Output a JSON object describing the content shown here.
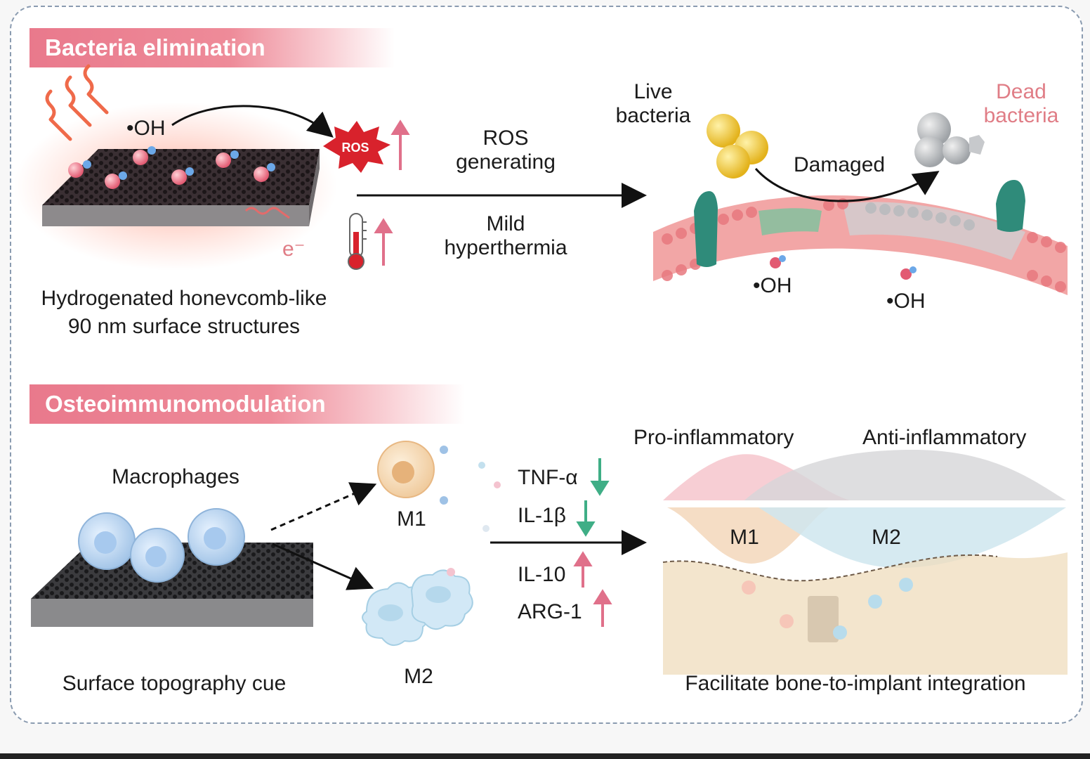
{
  "sections": {
    "bacteria": {
      "title": "Bacteria elimination",
      "oh_top": "•OH",
      "ros_badge": "ROS",
      "electron": "e⁻",
      "surface_caption_1": "Hydrogenated honevcomb-like",
      "surface_caption_2": "90 nm surface structures",
      "ros_line_1": "ROS",
      "ros_line_2": "generating",
      "heat_line_1": "Mild",
      "heat_line_2": "hyperthermia",
      "live_1": "Live",
      "live_2": "bacteria",
      "dead_1": "Dead",
      "dead_2": "bacteria",
      "damaged": "Damaged",
      "oh_membrane_1": "•OH",
      "oh_membrane_2": "•OH"
    },
    "osteo": {
      "title": "Osteoimmunomodulation",
      "macrophages": "Macrophages",
      "m1": "M1",
      "m2": "M2",
      "cytokines": [
        {
          "name": "TNF-α",
          "trend": "down"
        },
        {
          "name": "IL-1β",
          "trend": "down"
        },
        {
          "name": "IL-10",
          "trend": "up"
        },
        {
          "name": "ARG-1",
          "trend": "up"
        }
      ],
      "pro_inflammatory": "Pro-inflammatory",
      "anti_inflammatory": "Anti-inflammatory",
      "wave_m1": "M1",
      "wave_m2": "M2",
      "surface_caption": "Surface topography cue",
      "outcome_caption": "Facilitate bone-to-implant integration"
    }
  },
  "colors": {
    "pink_band": "#ea7a8c",
    "arrow_up": "#e0708a",
    "arrow_down": "#3fae86",
    "ros_red": "#d8222c",
    "membrane": "#e8858a",
    "channel": "#2f8b7a",
    "bacteria_live": "#f1c62e",
    "bacteria_dead": "#b9bcc0",
    "macrophage": "#bcd6f0",
    "m1_cell": "#f4d3a6"
  }
}
